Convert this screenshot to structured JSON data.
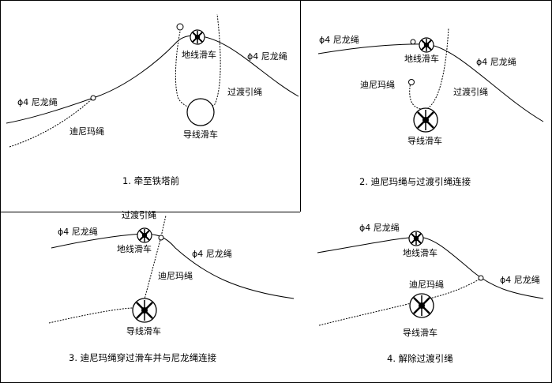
{
  "panels": [
    {
      "caption": "1. 牵至铁塔前",
      "labels": {
        "nylon_rope_right": "ϕ4 尼龙绳",
        "ground_pulley": "地线滑车",
        "transition_rope": "过渡引绳",
        "nylon_rope_left": "ϕ4 尼龙绳",
        "dyneema_rope": "迪尼玛绳",
        "guide_pulley": "导线滑车"
      }
    },
    {
      "caption": "2. 迪尼玛绳与过渡引绳连接",
      "labels": {
        "nylon_rope_top": "ϕ4 尼龙绳",
        "ground_pulley": "地线滑车",
        "nylon_rope_right": "ϕ4 尼龙绳",
        "dyneema_rope": "迪尼玛绳",
        "transition_rope": "过渡引绳",
        "guide_pulley": "导线滑车"
      }
    },
    {
      "caption": "3. 迪尼玛绳穿过滑车并与尼龙绳连接",
      "labels": {
        "transition_rope": "过渡引绳",
        "nylon_rope_left": "ϕ4 尼龙绳",
        "ground_pulley": "地线滑车",
        "nylon_rope_right": "ϕ4 尼龙绳",
        "dyneema_rope": "迪尼玛绳",
        "guide_pulley": "导线滑车"
      }
    },
    {
      "caption": "4. 解除过渡引绳",
      "labels": {
        "nylon_rope_top": "ϕ4 尼龙绳",
        "ground_pulley": "地线滑车",
        "dyneema_rope": "迪尼玛绳",
        "nylon_rope_right": "ϕ4 尼龙绳",
        "guide_pulley": "导线滑车"
      }
    }
  ]
}
